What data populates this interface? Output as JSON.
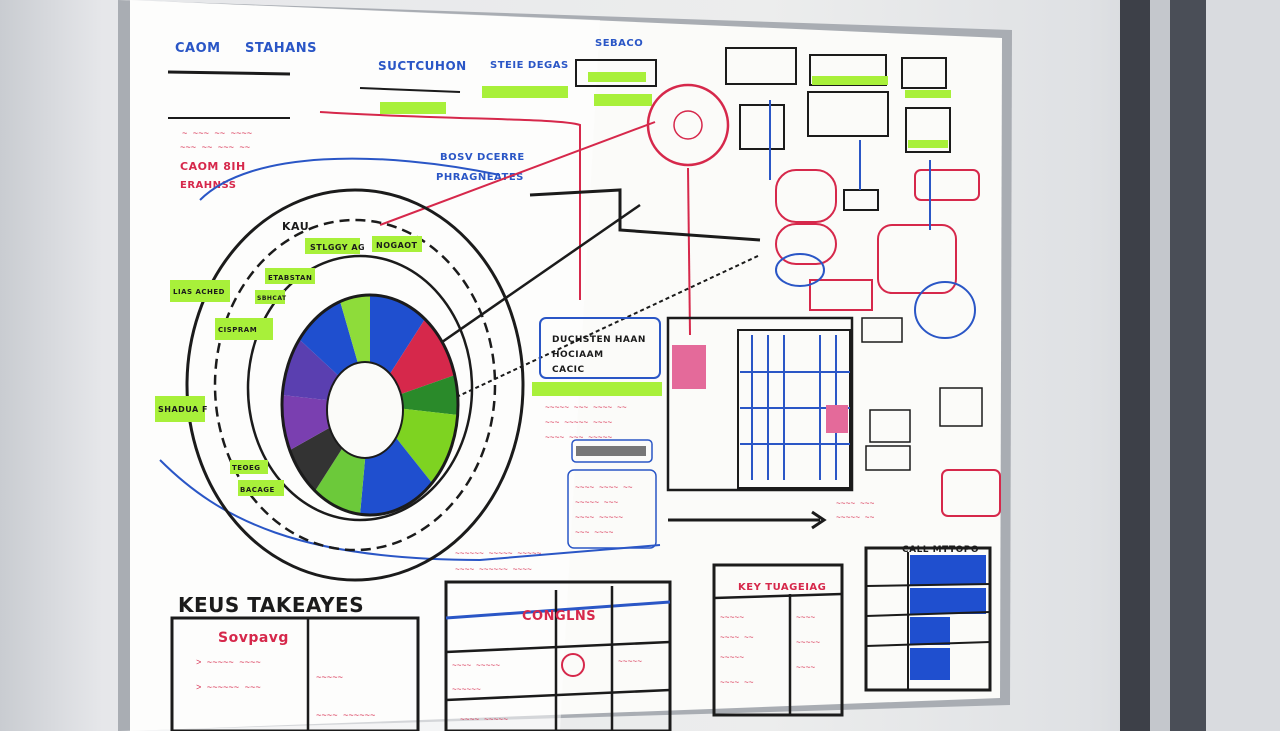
{
  "board": {
    "top_left_title": "CAOM",
    "top_left_title2": "STAHANS",
    "top_center_title": "SUCTCUHON",
    "top_center_title2": "STEIE DEGAS",
    "top_right_title": "SEBACO",
    "left_notes": [
      "CAOM 8IH",
      "ERAHNSS"
    ],
    "center_notes": [
      "BOSV DCERRE",
      "PHRAGNEATES"
    ],
    "kau_label": "KAU",
    "sticky_labels": [
      "STLGGY AG",
      "NOGAOT",
      "ETABSTAN",
      "LIAS ACHED",
      "SBHCAT",
      "SHADUA F",
      "CISPRAM",
      "TEOEG",
      "BACAGE"
    ],
    "data_notes": [
      "DUCHSTEN HAAN",
      "HOCIAAM",
      "CACIC"
    ],
    "takeaways_title": "KEUS TAKEAYES",
    "table1_header": "Sovpavg",
    "table2_header": "CONGLNS",
    "table3_header": "KEY TUAGEIAG",
    "table4_header": "CALL MTTOPO"
  },
  "colors": {
    "black_marker": "#1b1b1b",
    "blue_marker": "#2a56c6",
    "red_marker": "#d6284b",
    "green_sticky": "#a8f03a",
    "purple": "#7a3fb0",
    "blue_fill": "#1f4fcf"
  }
}
